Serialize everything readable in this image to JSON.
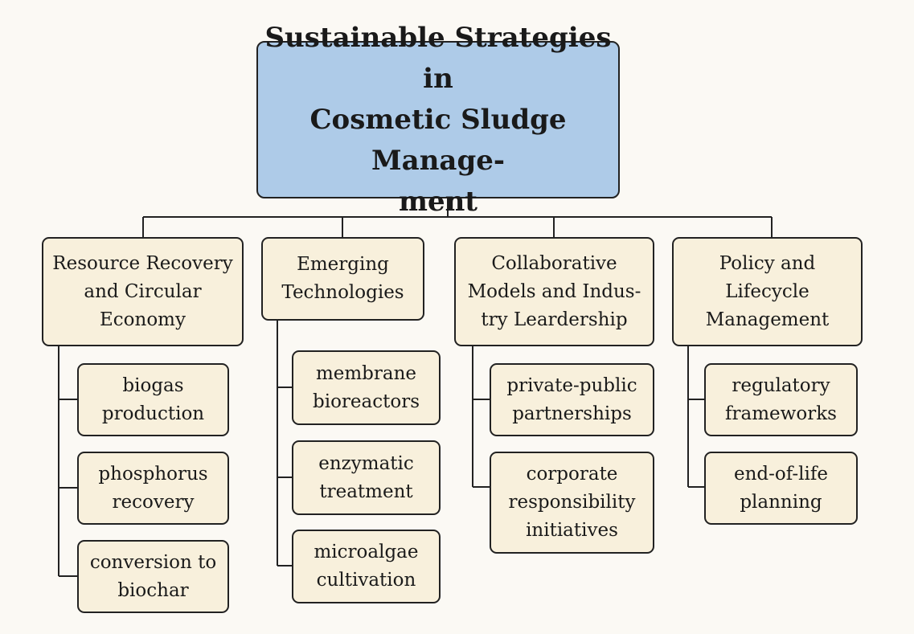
{
  "title": "Sustainable Strategies in\nCosmetic Sludge Manage-\nment",
  "categories": [
    {
      "label": "Resource Recovery\nand Circular\nEconomy",
      "children": [
        "biogas\nproduction",
        "phosphorus\nrecovery",
        "conversion to\nbiochar"
      ]
    },
    {
      "label": "Emerging\nTechnologies",
      "children": [
        "membrane\nbioreactors",
        "enzymatic\ntreatment",
        "microalgae\ncultivation"
      ]
    },
    {
      "label": "Collaborative\nModels and Indus-\ntry Leardership",
      "children": [
        "private-public\npartnerships",
        "corporate\nresponsibility\ninitiatives"
      ]
    },
    {
      "label": "Policy and\nLifecycle\nManagement",
      "children": [
        "regulatory\nframeworks",
        "end-of-life\nplanning"
      ]
    }
  ],
  "colors": {
    "root_fill": "#aecbe8",
    "node_fill": "#f8f0dc",
    "background": "#fbf9f4"
  }
}
